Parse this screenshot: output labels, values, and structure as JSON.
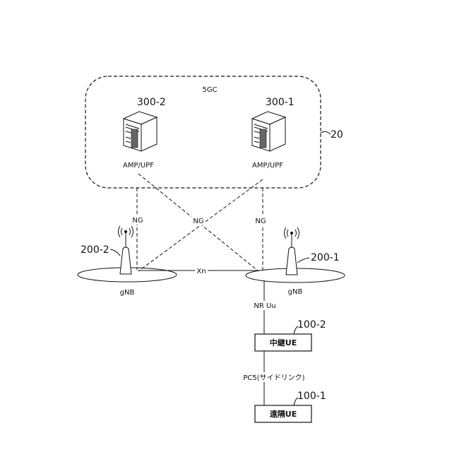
{
  "core": {
    "label": "5GC",
    "ref": "20"
  },
  "servers": [
    {
      "ref": "300-2",
      "label": "AMP/UPF"
    },
    {
      "ref": "300-1",
      "label": "AMP/UPF"
    }
  ],
  "links": {
    "ng_left": "NG",
    "ng_cross": "NG",
    "ng_right": "NG",
    "xn": "Xn",
    "nr_uu": "NR Uu",
    "pc5": "PC5(サイドリンク)"
  },
  "base_stations": [
    {
      "ref": "200-2",
      "label": "gNB"
    },
    {
      "ref": "200-1",
      "label": "gNB"
    }
  ],
  "ues": [
    {
      "ref": "100-2",
      "label": "中継UE"
    },
    {
      "ref": "100-1",
      "label": "遠隔UE"
    }
  ]
}
